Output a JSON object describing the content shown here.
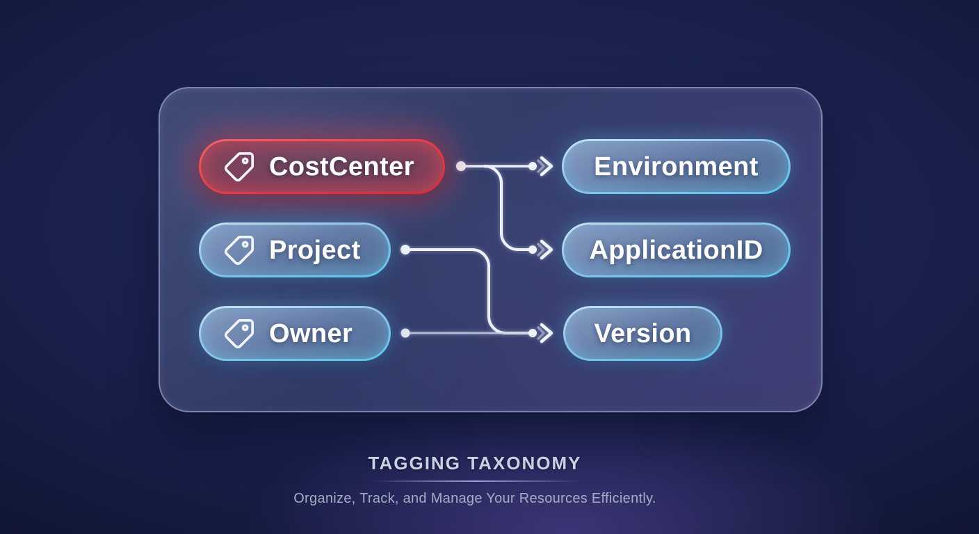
{
  "page": {
    "title": "TAGGING TAXONOMY",
    "subtitle": "Organize, Track, and Manage Your Resources Efficiently."
  },
  "left_tags": [
    {
      "label": "CostCenter",
      "icon": "tag-icon",
      "variant": "red"
    },
    {
      "label": "Project",
      "icon": "tag-icon",
      "variant": "blue"
    },
    {
      "label": "Owner",
      "icon": "tag-icon",
      "variant": "blue"
    }
  ],
  "right_tags": [
    {
      "label": "Environment",
      "variant": "blue"
    },
    {
      "label": "ApplicationID",
      "variant": "blue"
    },
    {
      "label": "Version",
      "variant": "blue"
    }
  ],
  "connections": [
    {
      "from": "CostCenter",
      "to": "Environment"
    },
    {
      "from": "CostCenter",
      "to": "ApplicationID"
    },
    {
      "from": "Project",
      "to": "Version"
    },
    {
      "from": "Owner",
      "to": "Version"
    }
  ],
  "colors": {
    "background": "#1b2250",
    "card_border": "#bccaea",
    "red_accent": "#e83f49",
    "cyan_accent": "#5ec9ef",
    "connector": "#e8ebf7",
    "title_text": "#c9d1e4",
    "subtitle_text": "#a4adc6",
    "pill_text": "#ffffff"
  }
}
